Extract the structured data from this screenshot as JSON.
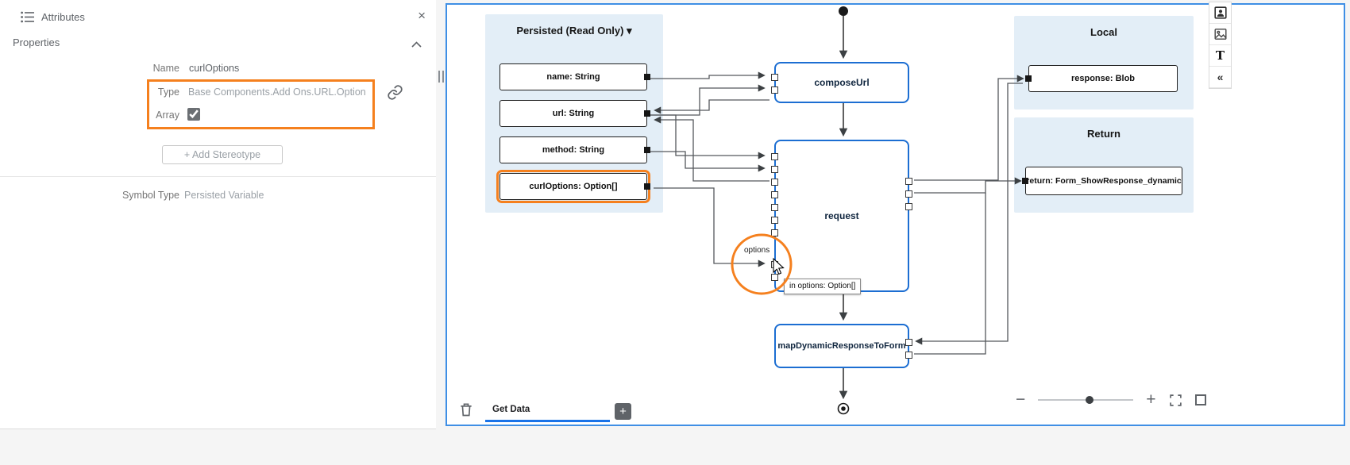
{
  "attributes_panel": {
    "title": "Attributes",
    "close_glyph": "×",
    "properties_section": "Properties",
    "name_label": "Name",
    "name_value": "curlOptions",
    "type_label": "Type",
    "type_value": "Base Components.Add Ons.URL.Option",
    "array_label": "Array",
    "array_checked": "checked",
    "add_stereotype_label": "+ Add Stereotype",
    "symbol_type_label": "Symbol Type",
    "symbol_type_value": "Persisted Variable"
  },
  "canvas": {
    "persisted_panel": {
      "title": "Persisted (Read Only)",
      "caret": "▾",
      "variables": [
        {
          "label": "name: String"
        },
        {
          "label": "url: String"
        },
        {
          "label": "method: String"
        },
        {
          "label": "curlOptions: Option[]",
          "highlighted": true
        }
      ]
    },
    "nodes": [
      {
        "label": "composeUrl"
      },
      {
        "label": "request"
      },
      {
        "label": "mapDynamicResponseToForm"
      }
    ],
    "local_panel": {
      "title": "Local",
      "variables": [
        {
          "label": "response: Blob"
        }
      ]
    },
    "return_panel": {
      "title": "Return",
      "variables": [
        {
          "label": "return: Form_ShowResponse_dynamic"
        }
      ]
    },
    "options_port_label": "options",
    "tooltip_text": "in options: Option[]",
    "footer": {
      "tab_label": "Get Data",
      "add_tab_glyph": "+",
      "zoom_out_glyph": "−",
      "zoom_in_glyph": "+"
    }
  },
  "right_toolbar": {
    "text_glyph": "T",
    "collapse_glyph": "«"
  },
  "colors": {
    "highlight_orange": "#F5801E",
    "canvas_border_blue": "#3F8FE5",
    "node_border_blue": "#1C6ED2",
    "panel_light_blue": "#E3EEF7",
    "tab_underline_blue": "#1A73E8"
  }
}
